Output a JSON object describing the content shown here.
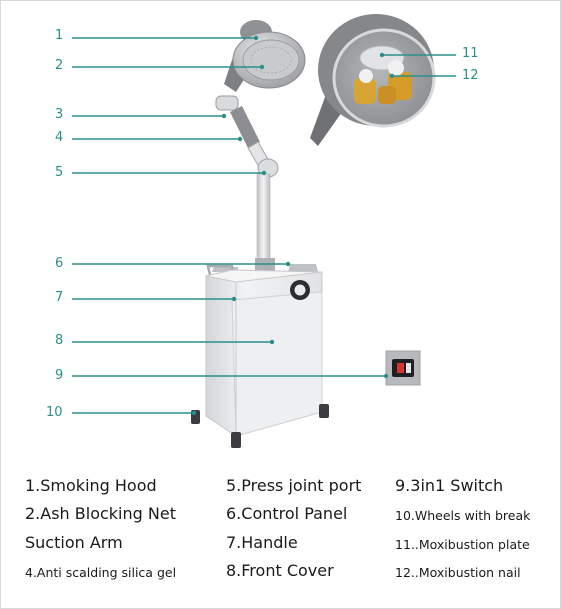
{
  "callouts": [
    "1",
    "2",
    "3",
    "4",
    "5",
    "6",
    "7",
    "8",
    "9",
    "10",
    "11",
    "12"
  ],
  "legend": {
    "col1": [
      "1.Smoking Hood",
      "2.Ash Blocking Net",
      "Suction Arm",
      "4.Anti scalding silica gel"
    ],
    "col2": [
      "5.Press joint port",
      "6.Control Panel",
      "7.Handle",
      "8.Front Cover"
    ],
    "col3": [
      "9.3in1 Switch",
      "10.Wheels with break",
      "11..Moxibustion plate",
      "12..Moxibustion nail"
    ]
  },
  "colors": {
    "leader": "#2a8f8c",
    "body": "#e6e7e9",
    "metal": "#a7a9ac",
    "gold": "#d8a534"
  }
}
